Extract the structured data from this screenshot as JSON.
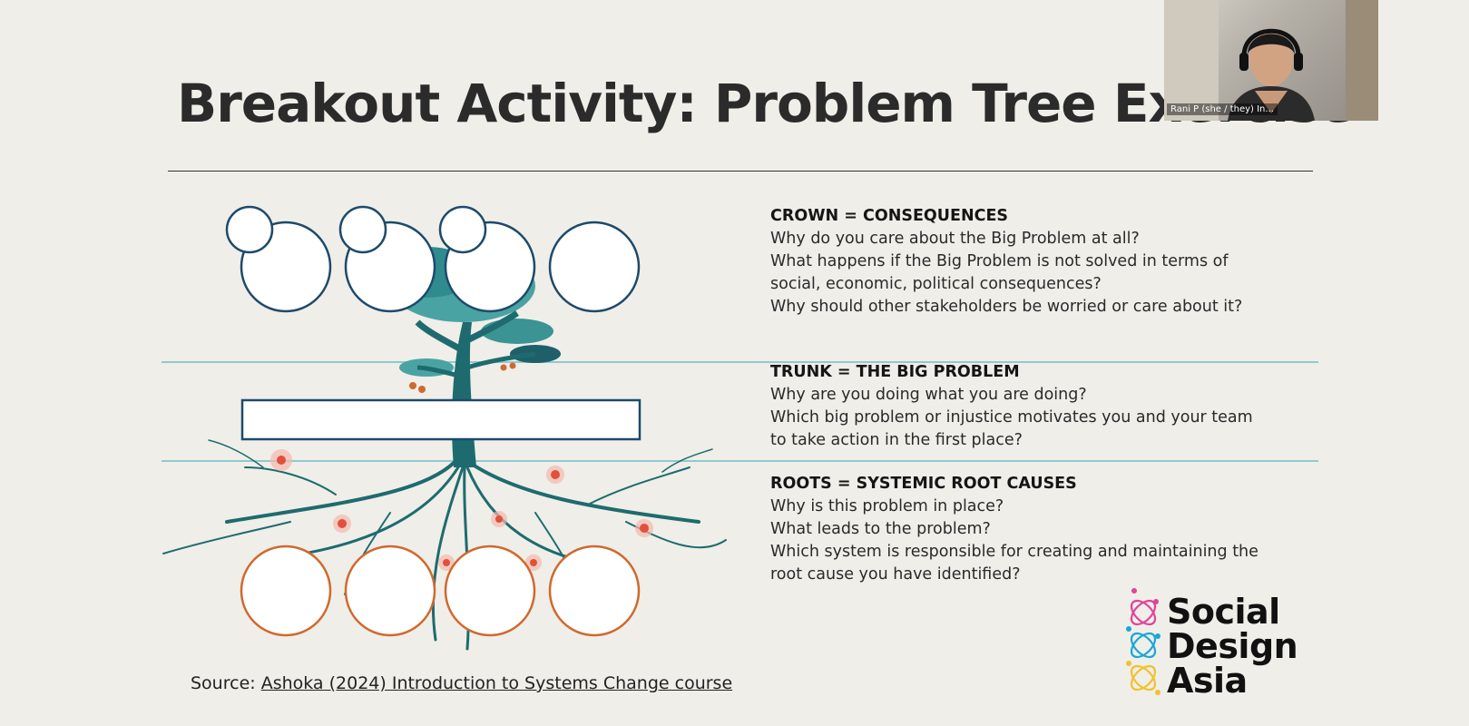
{
  "slide": {
    "title": "Breakout Activity: Problem Tree Exercise",
    "sections": [
      {
        "heading": "CROWN = CONSEQUENCES",
        "lines": [
          "Why do you care about the Big Problem at all?",
          "What happens if the Big Problem is not solved in terms of",
          "social, economic, political consequences?",
          "Why should other stakeholders be worried or care about it?"
        ]
      },
      {
        "heading": "TRUNK = THE BIG PROBLEM",
        "lines": [
          "Why are you doing what you are doing?",
          "Which big problem or injustice motivates you and your team",
          "to take action in the first place?"
        ]
      },
      {
        "heading": "ROOTS = SYSTEMIC ROOT CAUSES",
        "lines": [
          "Why is this problem in place?",
          "What leads to the problem?",
          "Which system is responsible for creating and maintaining the",
          "root cause you have identified?"
        ]
      }
    ],
    "source_prefix": "Source: ",
    "source_link": "Ashoka (2024) Introduction to Systems Change course"
  },
  "logo": {
    "lines": [
      "Social",
      "Design",
      "Asia"
    ],
    "colors": [
      "#e0439a",
      "#1aa6d8",
      "#f2c12e"
    ]
  },
  "video": {
    "participant_name": "Rani P (she / they) In..."
  },
  "colors": {
    "background": "#efeee8",
    "crown_circle": "#1e4a6b",
    "root_circle": "#d0692e",
    "tree": "#1e6b6f",
    "band_line": "#92c9cf"
  }
}
